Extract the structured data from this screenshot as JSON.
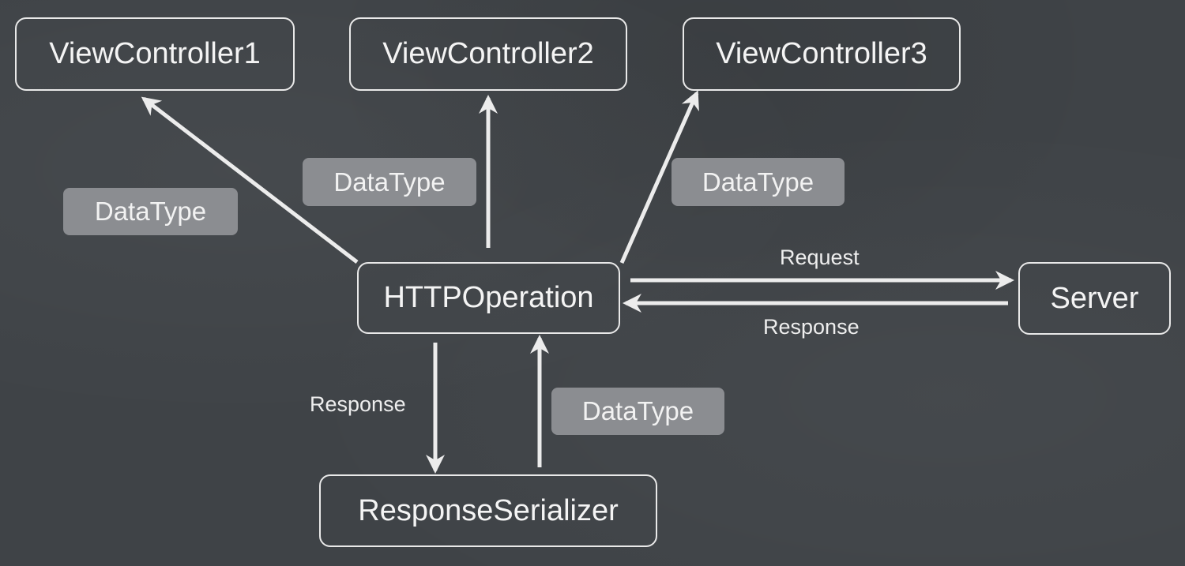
{
  "nodes": {
    "vc1": "ViewController1",
    "vc2": "ViewController2",
    "vc3": "ViewController3",
    "http": "HTTPOperation",
    "server": "Server",
    "serializer": "ResponseSerializer"
  },
  "edge_labels": {
    "datatype_vc1": "DataType",
    "datatype_vc2": "DataType",
    "datatype_vc3": "DataType",
    "datatype_serializer": "DataType",
    "request": "Request",
    "response_server": "Response",
    "response_serializer": "Response"
  },
  "colors": {
    "background": "#3f4347",
    "stroke": "#e9e9e9",
    "chip": "#8b8d91"
  }
}
